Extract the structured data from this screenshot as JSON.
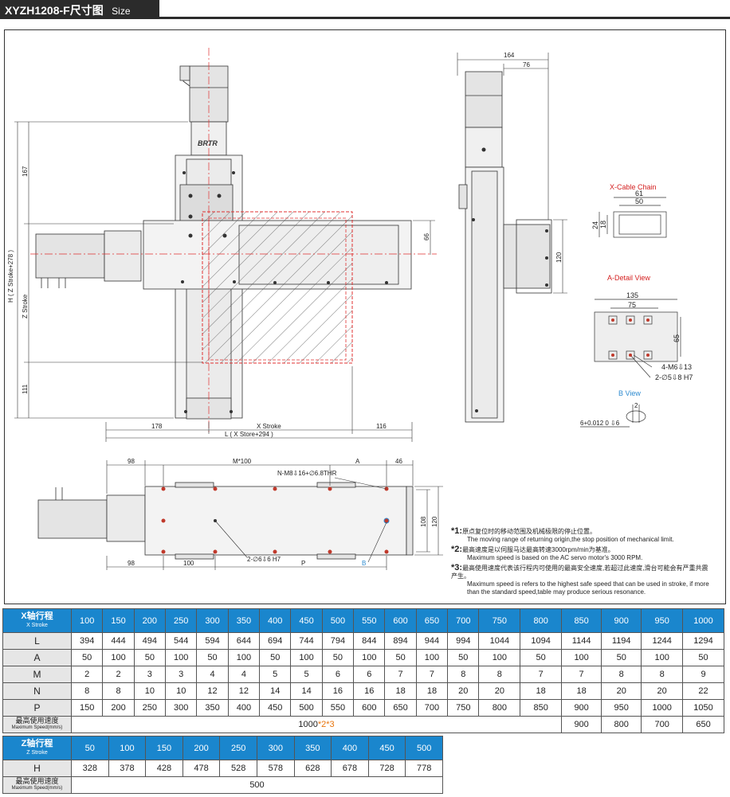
{
  "header": {
    "model": "XYZH1208-F尺寸图",
    "size_label": "Size"
  },
  "drawing": {
    "front": {
      "dims": {
        "h_total": "H ( Z Stroke+278 )",
        "z_stroke": "Z Stroke",
        "d167": "167",
        "d111": "111",
        "d178": "178",
        "x_stroke": "X Stroke",
        "d116": "116",
        "l_total": "L ( X Store+294 )",
        "d66": "66"
      },
      "brand": "BRTR"
    },
    "side": {
      "dims": {
        "d164": "164",
        "d76": "76",
        "d120": "120"
      }
    },
    "cable": {
      "title": "X-Cable Chain",
      "d61": "61",
      "d50": "50",
      "d24": "24",
      "d18": "18"
    },
    "adetail": {
      "title": "A-Detail View",
      "d135": "135",
      "d75": "75",
      "d65": "65",
      "hole1": "4-M6⇩13",
      "hole2": "2-∅5⇩8 H7"
    },
    "bview": {
      "title": "B View",
      "d2": "2",
      "tol": "6+0.012 0 ⇩6"
    },
    "top": {
      "dims": {
        "d98a": "98",
        "m100": "M*100",
        "a": "A",
        "d46": "46",
        "nm8": "N-M8⇩16+∅6.8THR",
        "d108": "108",
        "d120": "120",
        "d98b": "98",
        "d100": "100",
        "pin": "2-∅6⇩6 H7",
        "p": "P",
        "b": "B"
      }
    }
  },
  "notes": [
    {
      "mark": "*1:",
      "cn": "原点复位时的移动范围及机械极限的停止位置。",
      "en": "The moving range of returning origin,the stop position of mechanical limit."
    },
    {
      "mark": "*2:",
      "cn": "最高速度是以伺服马达最高转速3000rpm/min为基准。",
      "en": "Maximum speed is based on the AC servo motor's 3000 RPM."
    },
    {
      "mark": "*3:",
      "cn": "最高使用速度代表该行程内可使用的最高安全速度,若超过此速度,滑台可能会有严重共震产生。",
      "en": "Maximum speed is refers to the highest safe speed that can be used in stroke, if more than the standard speed,table may produce serious resonance."
    }
  ],
  "x_table": {
    "corner_cn": "X轴行程",
    "corner_en": "X Stroke",
    "strokes": [
      "100",
      "150",
      "200",
      "250",
      "300",
      "350",
      "400",
      "450",
      "500",
      "550",
      "600",
      "650",
      "700",
      "750",
      "800",
      "850",
      "900",
      "950",
      "1000"
    ],
    "rows": [
      {
        "label": "L",
        "values": [
          "394",
          "444",
          "494",
          "544",
          "594",
          "644",
          "694",
          "744",
          "794",
          "844",
          "894",
          "944",
          "994",
          "1044",
          "1094",
          "1144",
          "1194",
          "1244",
          "1294"
        ]
      },
      {
        "label": "A",
        "values": [
          "50",
          "100",
          "50",
          "100",
          "50",
          "100",
          "50",
          "100",
          "50",
          "100",
          "50",
          "100",
          "50",
          "100",
          "50",
          "100",
          "50",
          "100",
          "50"
        ]
      },
      {
        "label": "M",
        "values": [
          "2",
          "2",
          "3",
          "3",
          "4",
          "4",
          "5",
          "5",
          "6",
          "6",
          "7",
          "7",
          "8",
          "8",
          "7",
          "7",
          "8",
          "8",
          "9"
        ]
      },
      {
        "label": "N",
        "values": [
          "8",
          "8",
          "10",
          "10",
          "12",
          "12",
          "14",
          "14",
          "16",
          "16",
          "18",
          "18",
          "20",
          "20",
          "18",
          "18",
          "20",
          "20",
          "22"
        ]
      },
      {
        "label": "P",
        "values": [
          "150",
          "200",
          "250",
          "300",
          "350",
          "400",
          "450",
          "500",
          "550",
          "600",
          "650",
          "700",
          "750",
          "800",
          "850",
          "900",
          "950",
          "1000",
          "1050"
        ]
      }
    ],
    "speed_label_cn": "最高使用速度",
    "speed_label_en": "Maximum Speed(mm/s)",
    "speed_common": "1000",
    "speed_marks": "*2*3",
    "speed_tail": [
      "900",
      "800",
      "700",
      "650"
    ]
  },
  "z_table": {
    "corner_cn": "Z轴行程",
    "corner_en": "Z Stroke",
    "strokes": [
      "50",
      "100",
      "150",
      "200",
      "250",
      "300",
      "350",
      "400",
      "450",
      "500"
    ],
    "h_label": "H",
    "h_values": [
      "328",
      "378",
      "428",
      "478",
      "528",
      "578",
      "628",
      "678",
      "728",
      "778"
    ],
    "speed_label_cn": "最高使用速度",
    "speed_label_en": "Maximum Speed(mm/s)",
    "speed": "500"
  },
  "colors": {
    "table_header": "#1a86cd",
    "hole_red": "#c0392b",
    "centerline_red": "#e03030",
    "accent_orange": "#e8740c"
  }
}
